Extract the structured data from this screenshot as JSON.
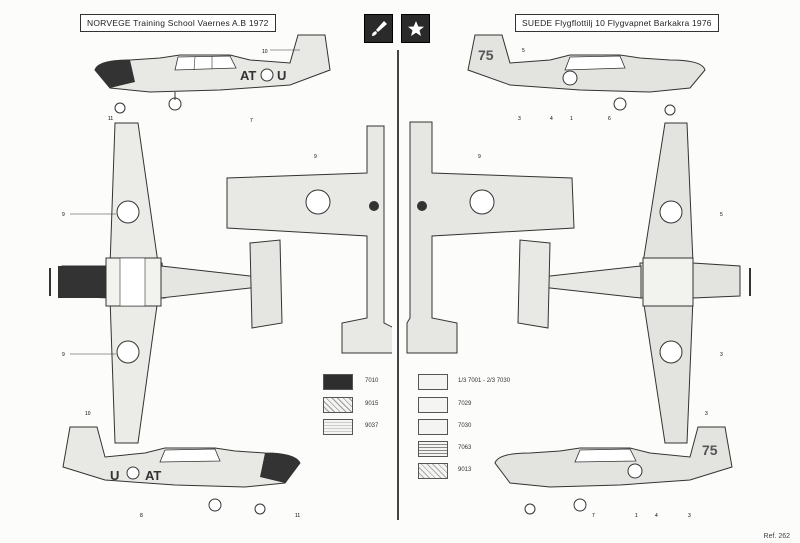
{
  "left_title": "NORVEGE  Training  School  Vaernes  A.B  1972",
  "right_title": "SUEDE   Flygflottilj 10  Flygvapnet  Barkakra   1976",
  "icons": [
    "brush-icon",
    "star-icon"
  ],
  "legend": [
    {
      "code": "7010"
    },
    {
      "code": "9015"
    },
    {
      "code": "9037"
    },
    {
      "code": "1/3 7001 - 2/3 7030"
    },
    {
      "code": "7029"
    },
    {
      "code": "7030"
    },
    {
      "code": "7063"
    },
    {
      "code": "9013"
    }
  ],
  "aircraft_markings": {
    "left_codes": [
      "AT",
      "U"
    ],
    "right_codes": [
      "75"
    ]
  },
  "callouts": [
    "10",
    "11",
    "7",
    "9",
    "9",
    "9",
    "10",
    "11",
    "8",
    "5",
    "3",
    "4",
    "1",
    "6",
    "9",
    "5",
    "3",
    "3",
    "7",
    "1",
    "4",
    "3"
  ],
  "ref": "Ref. 262"
}
